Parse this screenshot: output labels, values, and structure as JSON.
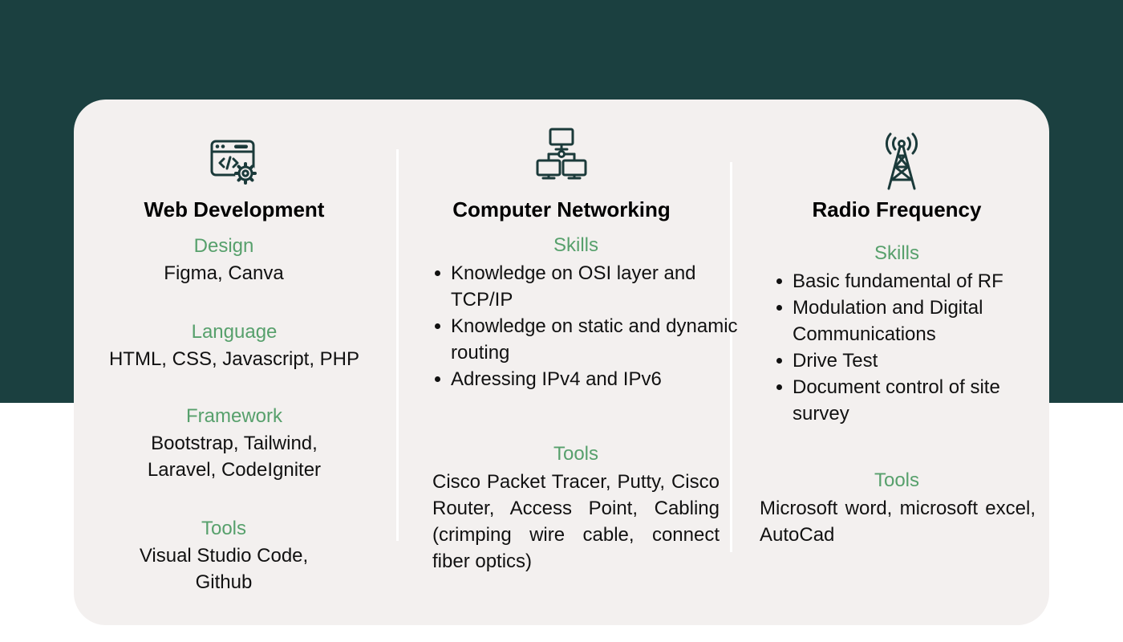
{
  "columns": [
    {
      "icon": "web-development-icon",
      "title": "Web Development",
      "sections": [
        {
          "heading": "Design",
          "text": "Figma, Canva"
        },
        {
          "heading": "Language",
          "text": "HTML, CSS, Javascript, PHP"
        },
        {
          "heading": "Framework",
          "text": "Bootstrap, Tailwind, Laravel, CodeIgniter"
        },
        {
          "heading": "Tools",
          "text": "Visual Studio Code, Github"
        }
      ]
    },
    {
      "icon": "network-icon",
      "title": "Computer Networking",
      "skills_heading": "Skills",
      "skills": [
        "Knowledge on OSI layer and TCP/IP",
        "Knowledge on static and dynamic routing",
        "Adressing IPv4 and IPv6"
      ],
      "tools_heading": "Tools",
      "tools_text": "Cisco Packet Tracer, Putty, Cisco Router, Access Point, Cabling (crimping wire cable, connect fiber optics)"
    },
    {
      "icon": "radio-tower-icon",
      "title": "Radio Frequency",
      "skills_heading": "Skills",
      "skills": [
        "Basic fundamental of RF",
        "Modulation and Digital Communications",
        "Drive Test",
        "Document control of site survey"
      ],
      "tools_heading": "Tools",
      "tools_text": "Microsoft word, microsoft excel, AutoCad"
    }
  ],
  "colors": {
    "band": "#1b4040",
    "card": "#f3f0ef",
    "heading": "#57a06c"
  }
}
